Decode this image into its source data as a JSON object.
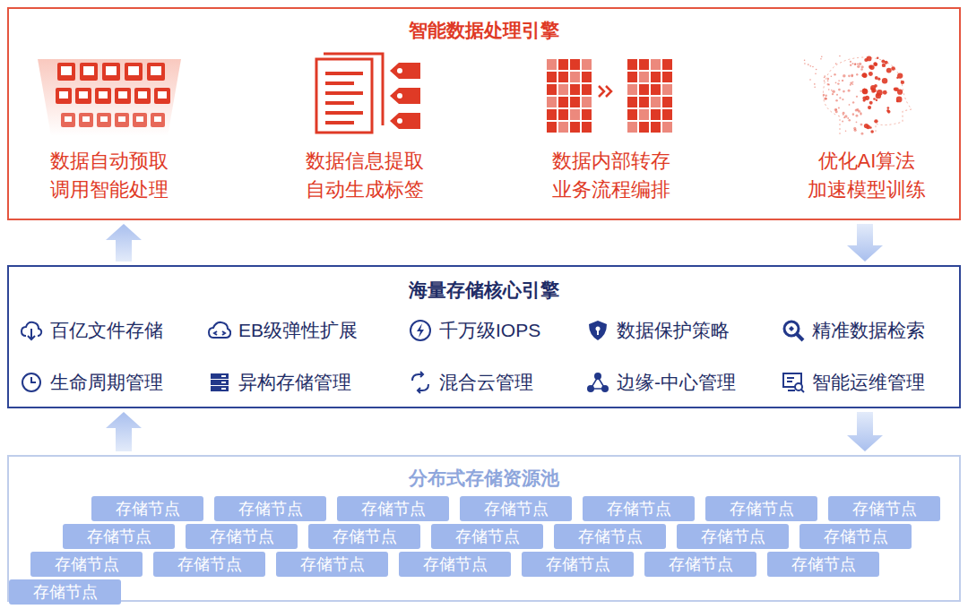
{
  "diagram": {
    "nodes": [
      {
        "text": [
          "智能数据处理引擎"
        ]
      },
      {
        "text": [
          "数据自动预取 调用智能处理"
        ],
        "in": 0
      },
      {
        "text": [
          "数据信息提取 自动生成标签"
        ],
        "in": 0
      },
      {
        "text": [
          "数据内部转存 业务流程编排"
        ],
        "in": 0
      },
      {
        "text": [
          "优化AI算法 加速模型训练"
        ],
        "in": 0
      },
      {
        "text": [
          "海量存储核心引擎"
        ]
      },
      {
        "text": [
          "分布式存储资源池"
        ]
      },
      {
        "text": [
          "存储节点"
        ],
        "in": 6
      },
      {
        "text": [
          "存储节点"
        ],
        "in": 6
      },
      {
        "text": [
          "存储节点"
        ],
        "in": 6
      },
      {
        "text": [
          "存储节点"
        ],
        "in": 6
      },
      {
        "text": [
          "存储节点"
        ],
        "in": 6
      },
      {
        "text": [
          "存储节点"
        ],
        "in": 6
      },
      {
        "text": [
          "存储节点"
        ],
        "in": 6
      },
      {
        "text": [
          "存储节点"
        ],
        "in": 6
      },
      {
        "text": [
          "存储节点"
        ],
        "in": 6
      },
      {
        "text": [
          "存储节点"
        ],
        "in": 6
      },
      {
        "text": [
          "存储节点"
        ],
        "in": 6
      },
      {
        "text": [
          "存储节点"
        ],
        "in": 6
      },
      {
        "text": [
          "存储节点"
        ],
        "in": 6
      },
      {
        "text": [
          "存储节点"
        ],
        "in": 6
      },
      {
        "text": [
          "存储节点"
        ],
        "in": 6
      },
      {
        "text": [
          "存储节点"
        ],
        "in": 6
      },
      {
        "text": [
          "存储节点"
        ],
        "in": 6
      },
      {
        "text": [
          "存储节点"
        ],
        "in": 6
      },
      {
        "text": [
          "存储节点"
        ],
        "in": 6
      },
      {
        "text": [
          "存储节点"
        ],
        "in": 6
      },
      {
        "text": [
          "存储节点"
        ],
        "in": 6
      },
      {
        "text": [
          "存储节点"
        ],
        "in": 6
      }
    ],
    "edges": [
      {
        "from": 1,
        "to": 2,
        "arrow": "to"
      },
      {
        "from": 2,
        "to": 3,
        "arrow": "to"
      },
      {
        "from": 3,
        "to": 4,
        "arrow": "to"
      },
      {
        "from": 6,
        "to": 5,
        "arrow": "to"
      },
      {
        "from": 5,
        "to": 0,
        "arrow": "to"
      },
      {
        "from": 0,
        "to": 5,
        "arrow": "to"
      },
      {
        "from": 5,
        "to": 6,
        "arrow": "to"
      }
    ],
    "labels": [
      "百亿文件存储",
      "EB级弹性扩展",
      "千万级IOPS",
      "数据保护策略",
      "精准数据检索",
      "生命周期管理",
      "异构存储管理",
      "混合云管理",
      "边缘-中心管理",
      "智能运维管理"
    ]
  }
}
